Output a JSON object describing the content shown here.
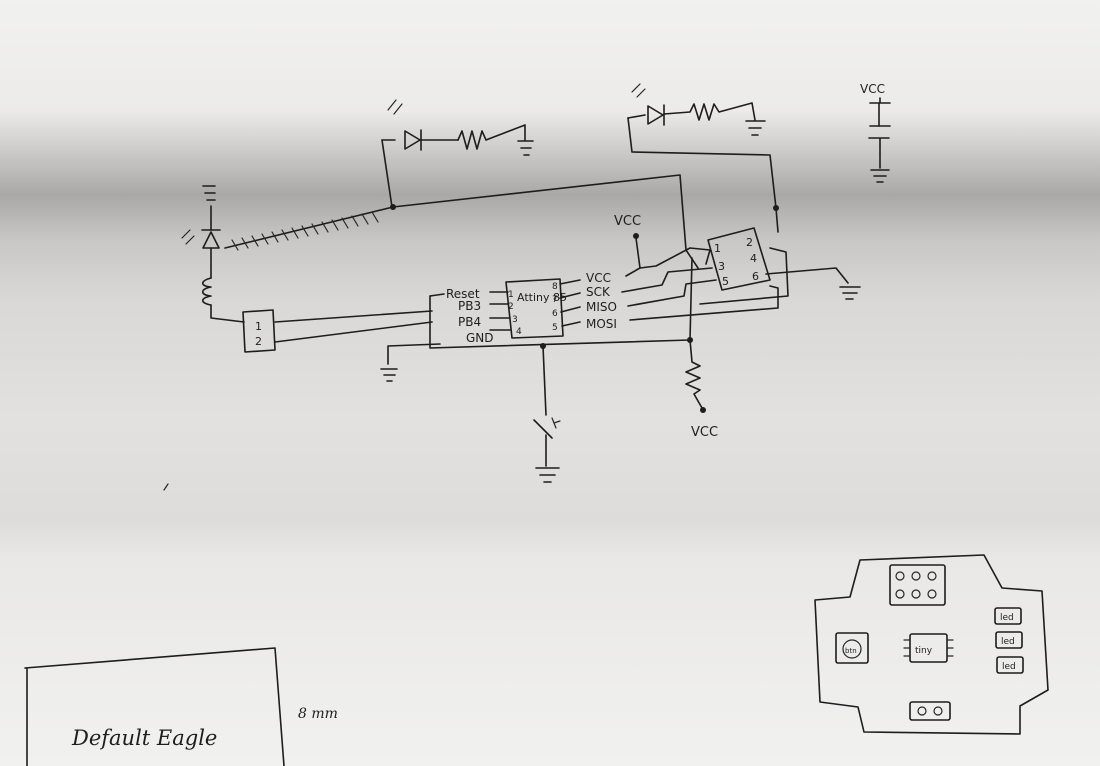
{
  "chip": {
    "name": "Attiny 85",
    "pins_left": [
      {
        "num": "1",
        "label": "Reset"
      },
      {
        "num": "2",
        "label": "PB3"
      },
      {
        "num": "3",
        "label": "PB4"
      },
      {
        "num": "4",
        "label": "GND"
      }
    ],
    "pins_right": [
      {
        "num": "8",
        "label": "VCC"
      },
      {
        "num": "7",
        "label": "SCK"
      },
      {
        "num": "6",
        "label": "MISO"
      },
      {
        "num": "5",
        "label": "MOSI"
      }
    ]
  },
  "isp_header": {
    "pins": [
      "1",
      "2",
      "3",
      "4",
      "5",
      "6"
    ]
  },
  "connector": {
    "pins": [
      "1",
      "2"
    ]
  },
  "vcc_labels": {
    "top_right": "VCC",
    "mid": "VCC",
    "bottom": "VCC"
  },
  "layout_sketch": {
    "chip_label": "tiny",
    "btn_label": "btn",
    "leds": [
      "led",
      "led",
      "led"
    ]
  },
  "title_box": {
    "text": "Default Eagle"
  },
  "side_note": "8 mm"
}
